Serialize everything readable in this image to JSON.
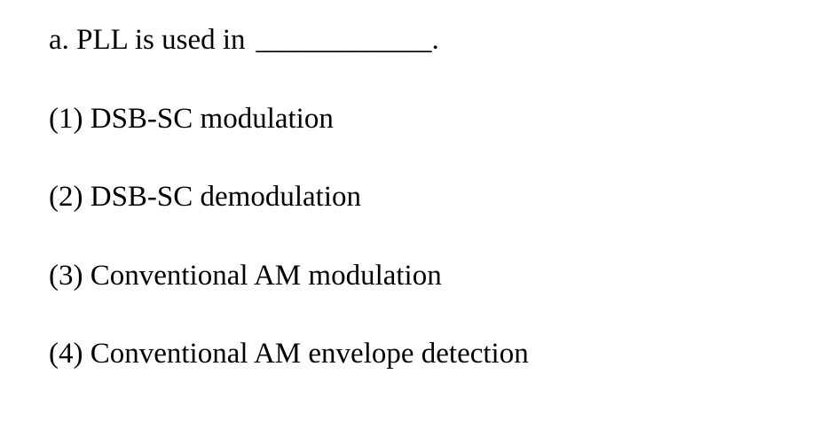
{
  "question": {
    "prefix": "a. PLL is used in",
    "blank": "____________",
    "suffix": "."
  },
  "options": [
    {
      "number": "(1)",
      "label": "DSB-SC modulation"
    },
    {
      "number": "(2)",
      "label": "DSB-SC demodulation"
    },
    {
      "number": "(3)",
      "label": "Conventional AM modulation"
    },
    {
      "number": "(4)",
      "label": "Conventional AM envelope detection"
    }
  ],
  "colors": {
    "background": "#ffffff",
    "text": "#000000"
  }
}
